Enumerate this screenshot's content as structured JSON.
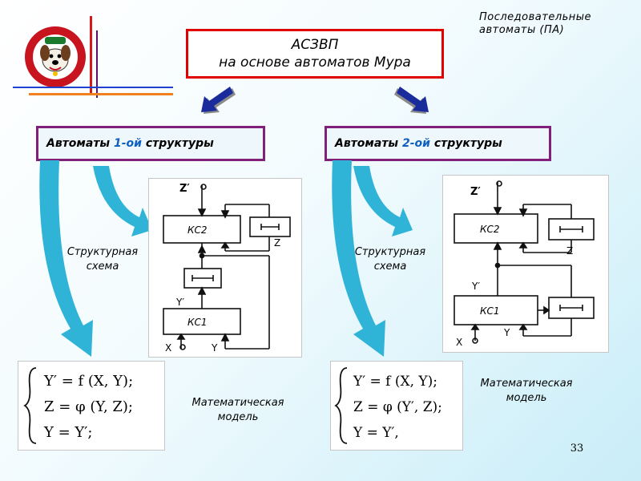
{
  "title": {
    "line1": "АСЗВП",
    "line2": "на основе автоматов Мура"
  },
  "corner_note": {
    "line1": "Последовательные",
    "line2": "автоматы (ПА)"
  },
  "structures": [
    {
      "prefix": "Автоматы ",
      "accent": "1-ой",
      "suffix": " структуры"
    },
    {
      "prefix": "Автоматы ",
      "accent": "2-ой",
      "suffix": " структуры"
    }
  ],
  "structural_label": {
    "line1": "Структурная",
    "line2": "схема"
  },
  "math_label": {
    "line1": "Математическая",
    "line2": "модель"
  },
  "diagram1": {
    "z_out": "Z′",
    "ks2": "КС2",
    "z": "Z",
    "y_prime": "Y′",
    "ks1": "КС1",
    "x": "X",
    "y": "Y"
  },
  "diagram2": {
    "z_out": "Z′",
    "ks2": "КС2",
    "z": "Z",
    "y_prime": "Y′",
    "ks1": "КС1",
    "x": "X",
    "y": "Y"
  },
  "model1": {
    "eq1": "Y′ = f (X, Y);",
    "eq2": "Z = φ (Y, Z);",
    "eq3": "Y = Y′;"
  },
  "model2": {
    "eq1": "Y′ = f (X, Y);",
    "eq2": "Z = φ (Y′, Z);",
    "eq3": "Y = Y′,"
  },
  "page_number": "33",
  "colors": {
    "title_border": "#e00000",
    "struct_border": "#80207a",
    "accent_text": "#1060c0",
    "arrow_fill": "#2fb4d8",
    "nav_arrow": "#1a2c9c"
  }
}
